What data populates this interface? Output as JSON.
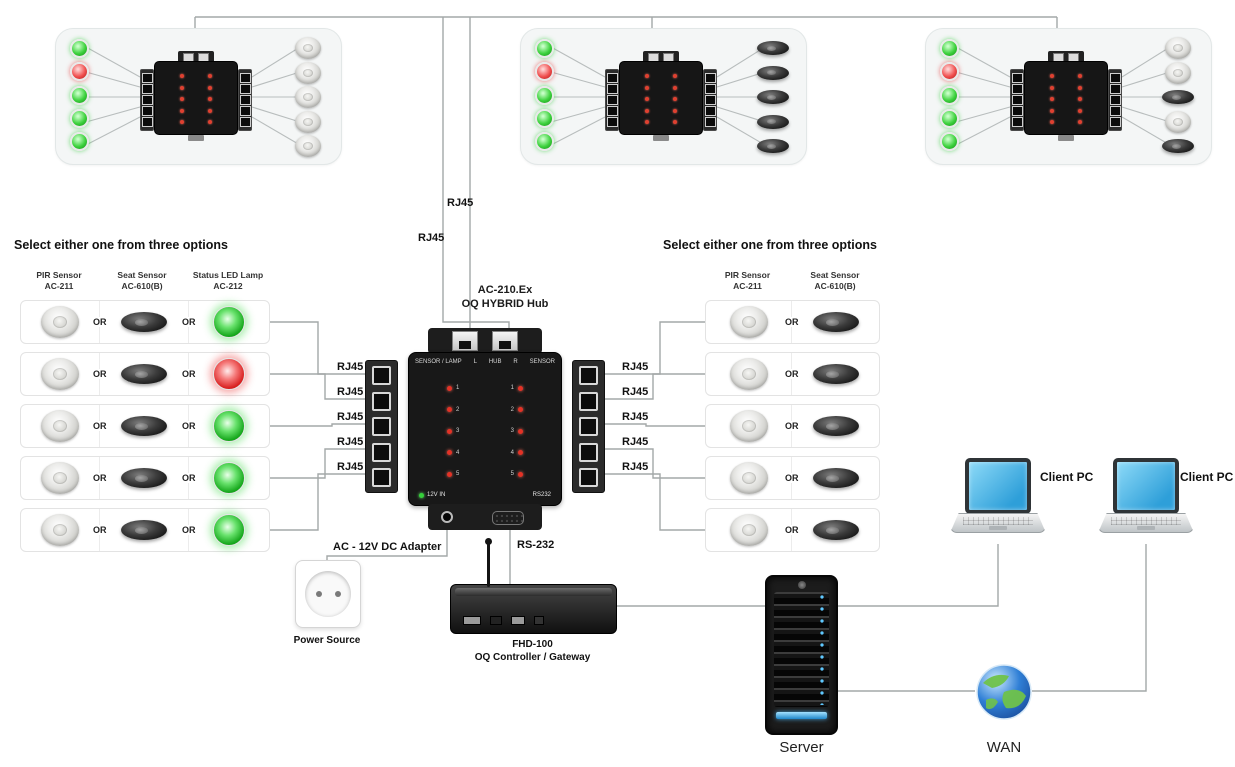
{
  "labels": {
    "rj45": "RJ45",
    "or": "OR"
  },
  "top_panels": [
    {
      "leds": [
        "green",
        "red",
        "green",
        "green",
        "green"
      ],
      "sensors": [
        "dome",
        "dome",
        "dome",
        "dome",
        "dome"
      ]
    },
    {
      "leds": [
        "green",
        "red",
        "green",
        "green",
        "green"
      ],
      "sensors": [
        "oval",
        "oval",
        "oval",
        "oval",
        "oval"
      ]
    },
    {
      "leds": [
        "green",
        "red",
        "green",
        "green",
        "green"
      ],
      "sensors": [
        "dome",
        "dome",
        "oval",
        "dome",
        "oval"
      ]
    }
  ],
  "hub": {
    "title_line1": "AC-210.Ex",
    "title_line2": "OQ HYBRID Hub",
    "silk": [
      "SENSOR / LAMP",
      "L",
      "HUB",
      "R",
      "SENSOR"
    ],
    "channels": [
      "1",
      "2",
      "3",
      "4",
      "5"
    ],
    "power_label": "12V IN",
    "serial_label": "RS232"
  },
  "left_options": {
    "title": "Select either one from three options",
    "columns": [
      {
        "name": "PIR Sensor",
        "model": "AC-211"
      },
      {
        "name": "Seat Sensor",
        "model": "AC-610(B)"
      },
      {
        "name": "Status LED Lamp",
        "model": "AC-212"
      }
    ],
    "rows": [
      {
        "led": "green"
      },
      {
        "led": "red"
      },
      {
        "led": "green"
      },
      {
        "led": "green"
      },
      {
        "led": "green"
      }
    ]
  },
  "right_options": {
    "title": "Select either one from three options",
    "columns": [
      {
        "name": "PIR Sensor",
        "model": "AC-211"
      },
      {
        "name": "Seat Sensor",
        "model": "AC-610(B)"
      }
    ]
  },
  "bottom": {
    "adapter_label": "AC - 12V DC Adapter",
    "power_source_label": "Power Source",
    "rs232_label": "RS-232",
    "gateway_name": "FHD-100",
    "gateway_desc": "OQ Controller / Gateway",
    "server_label": "Server",
    "wan_label": "WAN",
    "client_pc_1": "Client PC",
    "client_pc_2": "Client PC"
  },
  "colors": {
    "line": "#a3a8a8",
    "led_green": "#1db31d",
    "led_red": "#d92121",
    "screen_blue": "#3da8e0"
  }
}
